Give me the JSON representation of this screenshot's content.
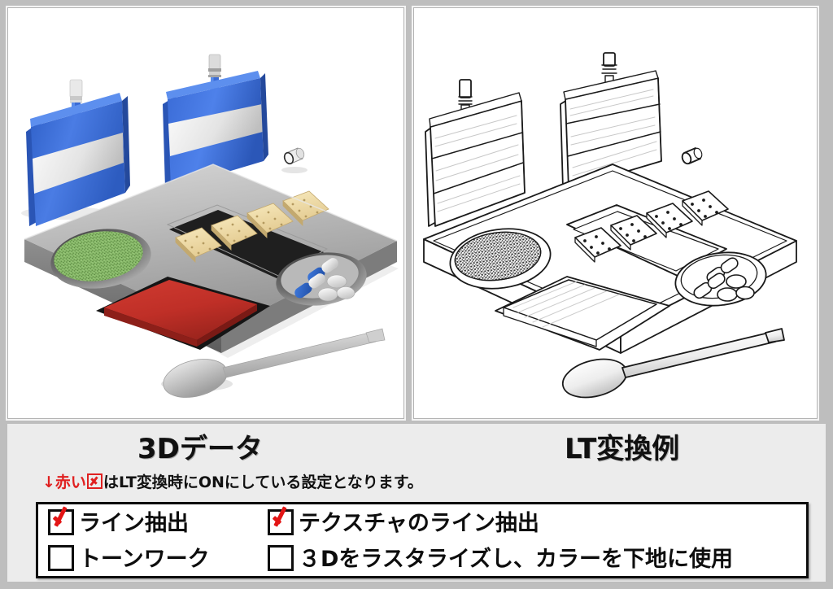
{
  "frame": {
    "background_color": "#bebebe",
    "caption_background_color": "#ececec"
  },
  "panels": [
    {
      "id": "3d-data",
      "title": "3Dデータ",
      "mode": "color-3d-render",
      "content_description": "カラー3Dレンダリングのトレイ食",
      "objects": [
        {
          "name": "meal-tray",
          "color": "#b9b9b9"
        },
        {
          "name": "green-granule-bowl",
          "color": "#8dbe6e"
        },
        {
          "name": "red-block",
          "color": "#c0302a"
        },
        {
          "name": "crackers",
          "count": 4,
          "color": "#f2dfa8"
        },
        {
          "name": "capsules",
          "count": 2,
          "color": "#2f6fd0"
        },
        {
          "name": "tablets",
          "count": 3,
          "color": "#f2f2f2"
        },
        {
          "name": "drink-pouch-left",
          "color": "#3f72d8"
        },
        {
          "name": "drink-pouch-right",
          "color": "#3f72d8"
        },
        {
          "name": "bottle-cap",
          "color": "#f0f0f0"
        },
        {
          "name": "spoon",
          "color": "#c4c4c4"
        }
      ]
    },
    {
      "id": "lt-conversion",
      "title": "LT変換例",
      "mode": "line-art",
      "content_description": "LT変換された線画のトレイ食",
      "objects": [
        {
          "name": "meal-tray",
          "color": "#ffffff"
        },
        {
          "name": "granule-bowl",
          "color": "#ffffff"
        },
        {
          "name": "food-block",
          "color": "#ffffff"
        },
        {
          "name": "crackers",
          "count": 4,
          "color": "#ffffff"
        },
        {
          "name": "capsules",
          "count": 2,
          "color": "#ffffff"
        },
        {
          "name": "tablets",
          "count": 3,
          "color": "#ffffff"
        },
        {
          "name": "drink-pouch-left",
          "color": "#ffffff"
        },
        {
          "name": "drink-pouch-right",
          "color": "#ffffff"
        },
        {
          "name": "bottle-cap",
          "color": "#ffffff"
        },
        {
          "name": "spoon",
          "color": "#ffffff"
        }
      ]
    }
  ],
  "note": {
    "arrow": "↓",
    "red_part": "赤い",
    "red_checkbox_icon": "checked-checkbox-icon",
    "rest": "はLT変換時にONにしている設定となります。",
    "red_color": "#e02020"
  },
  "options": [
    {
      "label": "ライン抽出",
      "checked": true
    },
    {
      "label": "テクスチャのライン抽出",
      "checked": true
    },
    {
      "label": "トーンワーク",
      "checked": false
    },
    {
      "label": "３Dをラスタライズし、カラーを下地に使用",
      "checked": false
    }
  ],
  "check_color": "#e31515"
}
